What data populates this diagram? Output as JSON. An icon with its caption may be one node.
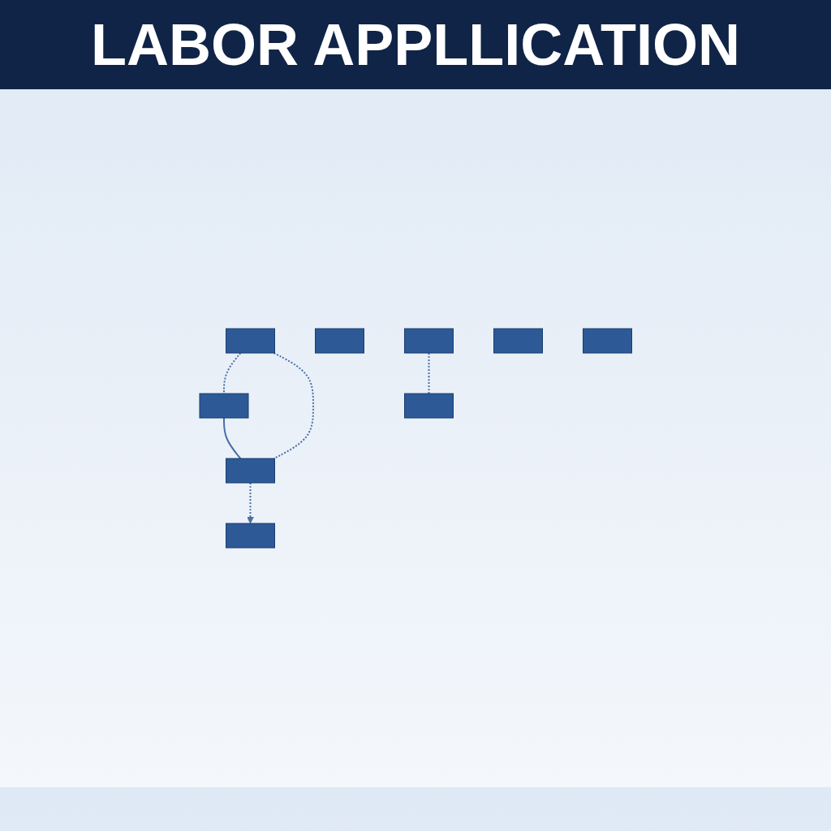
{
  "diagram": {
    "title": "LABOR APPLLICATION",
    "nodes": [
      {
        "text": [],
        "shape": "bar"
      },
      {
        "text": [],
        "shape": "bar"
      },
      {
        "text": [],
        "shape": "bar"
      },
      {
        "text": [],
        "shape": "bar"
      },
      {
        "text": [],
        "shape": "bar"
      },
      {
        "text": [],
        "shape": "bar"
      },
      {
        "text": [],
        "shape": "bar"
      },
      {
        "text": [],
        "shape": "bar"
      },
      {
        "text": [],
        "shape": "bar"
      }
    ],
    "edges": [
      {
        "from": 1,
        "to": 0,
        "arrow": "none",
        "style": "dashed"
      },
      {
        "from": 0,
        "to": 2,
        "arrow": "none"
      },
      {
        "from": 1,
        "to": 2,
        "arrow": "none",
        "style": "dashed"
      },
      {
        "from": 2,
        "to": 3,
        "arrow": "to",
        "style": "dashed"
      },
      {
        "from": 5,
        "to": 6,
        "arrow": "none",
        "style": "dashed"
      }
    ]
  }
}
